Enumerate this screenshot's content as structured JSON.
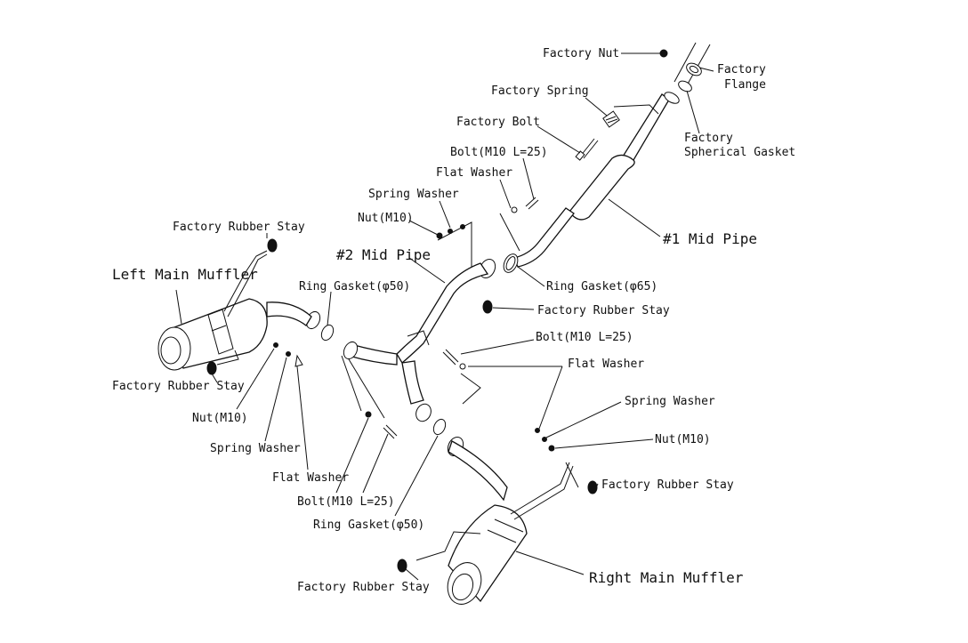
{
  "labels": {
    "factory_nut": "Factory Nut",
    "factory_flange_1": "Factory",
    "factory_flange_2": "Flange",
    "factory_spring": "Factory Spring",
    "factory_bolt": "Factory Bolt",
    "factory_spherical_gasket_1": "Factory",
    "factory_spherical_gasket_2": "Spherical Gasket",
    "bolt_top": "Bolt(M10 L=25)",
    "flat_washer_top": "Flat Washer",
    "spring_washer_top": "Spring Washer",
    "nut_top": "Nut(M10)",
    "mid_pipe_1": "#1 Mid Pipe",
    "mid_pipe_2": "#2 Mid Pipe",
    "factory_rubber_stay_top_left": "Factory Rubber Stay",
    "left_main_muffler": "Left Main Muffler",
    "ring_gasket_50_top": "Ring Gasket(φ50)",
    "ring_gasket_65": "Ring Gasket(φ65)",
    "factory_rubber_stay_center": "Factory Rubber Stay",
    "bolt_right": "Bolt(M10 L=25)",
    "flat_washer_right": "Flat Washer",
    "spring_washer_right": "Spring Washer",
    "nut_right": "Nut(M10)",
    "factory_rubber_stay_left": "Factory Rubber Stay",
    "nut_left": "Nut(M10)",
    "spring_washer_left": "Spring Washer",
    "flat_washer_left": "Flat Washer",
    "bolt_bottom": "Bolt(M10 L=25)",
    "ring_gasket_50_bottom": "Ring Gasket(φ50)",
    "factory_rubber_stay_right": "Factory Rubber Stay",
    "factory_rubber_stay_bottom": "Factory Rubber Stay",
    "right_main_muffler": "Right Main Muffler"
  }
}
